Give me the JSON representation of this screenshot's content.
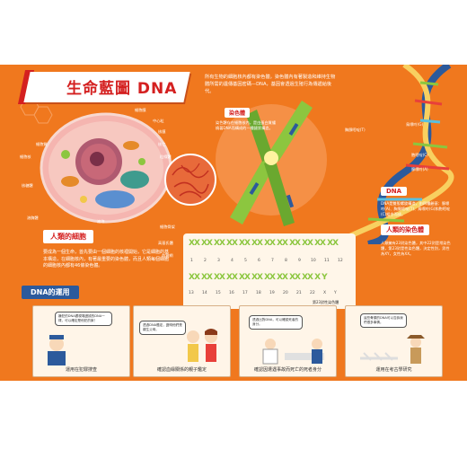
{
  "title": "生命藍圖 DNA",
  "intro": "所有生物的細胞核內都有染色體，染色體內有著製造和維持生物體所需的遺傳基因密碼—DNA，基因會透過生殖行為傳遞給後代。",
  "cell_labels": [
    "細胞膜",
    "中心粒",
    "核膜",
    "細胞質",
    "核仁",
    "細胞核",
    "粒線體",
    "核糖體",
    "溶酶體",
    "高基氏體",
    "液泡",
    "細胞骨架",
    "內質網"
  ],
  "human_cell": {
    "heading": "人類的細胞",
    "text": "要成為一個生命，首先要由一個細胞的核裡開始，它是細胞的基本構造，在細胞核內，有著最重要的染色體，而且人類每個細胞的細胞核內都有46條染色體。"
  },
  "chromosome": {
    "heading": "染色體",
    "text": "染色體存在細胞核內，是由蛋白質纏繞著DNA而構成的一種鏈狀構造。"
  },
  "dna": {
    "heading": "DNA",
    "text": "DNA是雙股螺旋構造，由四種鹼基：腺嘌呤(A)、胸腺嘧啶(T)、鳥嘌呤(G)和胞嘧啶(C)組合而成。"
  },
  "helix_labels": [
    "胸腺嘧啶(T)",
    "鳥嘌呤(G)",
    "胞嘧啶(C)",
    "腺嘌呤(A)"
  ],
  "human_chromosome": {
    "heading": "人類的染色體",
    "text": "人類擁有23對染色體，其中22對是常染色體，第23對是性染色體，決定性別，男性為XY，女性為XX。"
  },
  "chromosome_numbers_row1": [
    "1",
    "2",
    "3",
    "4",
    "5",
    "6",
    "7",
    "8",
    "9",
    "10",
    "11",
    "12"
  ],
  "chromosome_numbers_row2": [
    "13",
    "14",
    "15",
    "16",
    "17",
    "18",
    "19",
    "20",
    "21",
    "22",
    "X",
    "Y"
  ],
  "sex_chromosome_legend": "第23對性染色體",
  "dna_use_heading": "DNA的運用",
  "panels": [
    {
      "bubble": "嫌犯的DNA跟現場證據的DNA一樣，可以確定是他犯的案！",
      "caption": "運用在犯罪搜查"
    },
    {
      "bubble": "透過DNA鑑定，證明他們是親生父母。",
      "caption": "確認血緣關係的親子鑑定"
    },
    {
      "bubble": "透過比對DNA，可以確認死者的身分。",
      "caption": "確認因遭遇事故而死亡的死者身分"
    },
    {
      "bubble": "這些骨頭的DNA可以告訴我們很多事情。",
      "caption": "運用在考古學研究"
    }
  ],
  "colors": {
    "background": "#f0781e",
    "accent_red": "#d42020",
    "chromosome_green": "#8cc63f",
    "dna_blue": "#2c5a9c"
  }
}
